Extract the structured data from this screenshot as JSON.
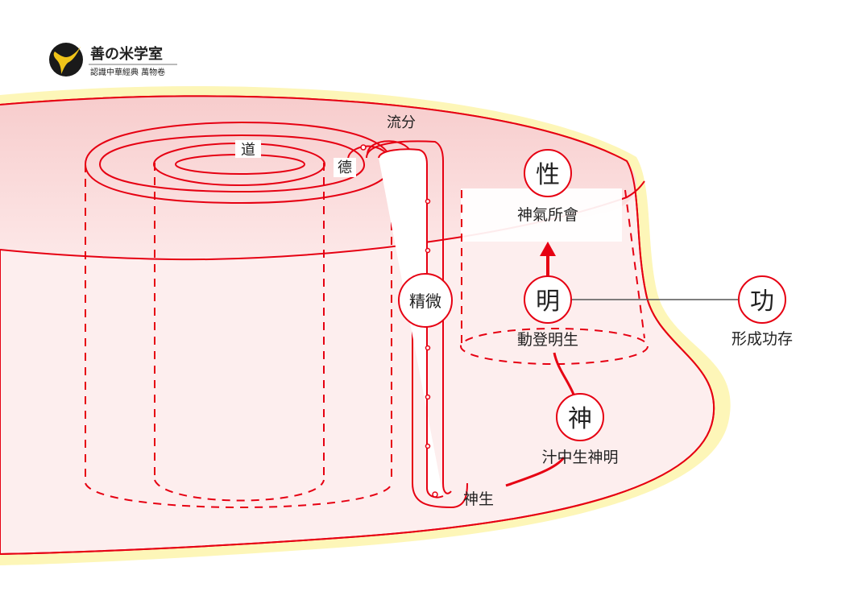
{
  "brand": {
    "name": "善の米学室",
    "subtitle": "認識中華經典 萬物卷"
  },
  "labels": {
    "dao": "道",
    "de": "德",
    "liufen": "流分",
    "jingwei": "精微",
    "shensheng": "神生"
  },
  "nodes": {
    "xing": {
      "char": "性",
      "caption": "神氣所會"
    },
    "ming": {
      "char": "明",
      "caption": "動登明生"
    },
    "shen": {
      "char": "神",
      "caption": "汁中生神明"
    },
    "gong": {
      "char": "功",
      "caption": "形成功存"
    }
  },
  "colors": {
    "line": "#e60012",
    "band": "#fdf6b8",
    "body_fill": "#fdecec",
    "top_fill": "#f9d9d9",
    "connector": "#555555",
    "logo_bg": "#1a1a1a",
    "logo_bird": "#f0c419"
  }
}
